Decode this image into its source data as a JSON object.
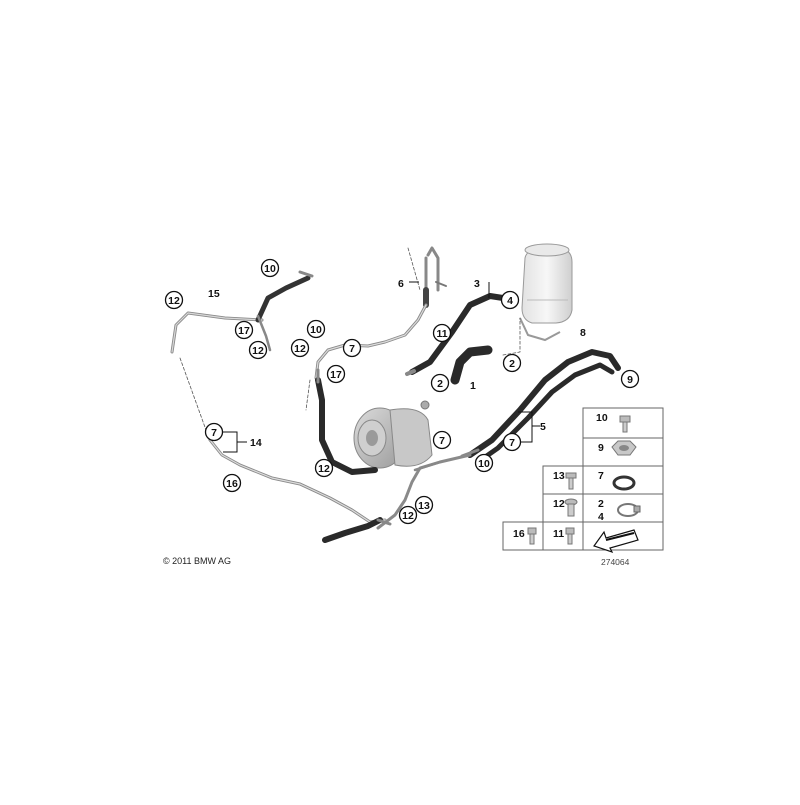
{
  "copyright": "© 2011 BMW AG",
  "image_number": "274064",
  "callouts": {
    "c10a": "10",
    "c15": "15",
    "c12a": "12",
    "c17a": "17",
    "c12b": "12",
    "c6": "6",
    "c3": "3",
    "c4": "4",
    "c11": "11",
    "c10b": "10",
    "c7a": "7",
    "c12c": "12",
    "c17b": "17",
    "c2a": "2",
    "c1": "1",
    "c2b": "2",
    "c8": "8",
    "c9": "9",
    "c5": "5",
    "c7b": "7",
    "c7c": "7",
    "c10c": "10",
    "c7d": "7",
    "c14": "14",
    "c16": "16",
    "c12d": "12",
    "c13": "13",
    "c12e": "12"
  },
  "legend": {
    "cells": [
      "10",
      "9",
      "13",
      "7",
      "12",
      "2",
      "4",
      "16",
      "11"
    ]
  }
}
